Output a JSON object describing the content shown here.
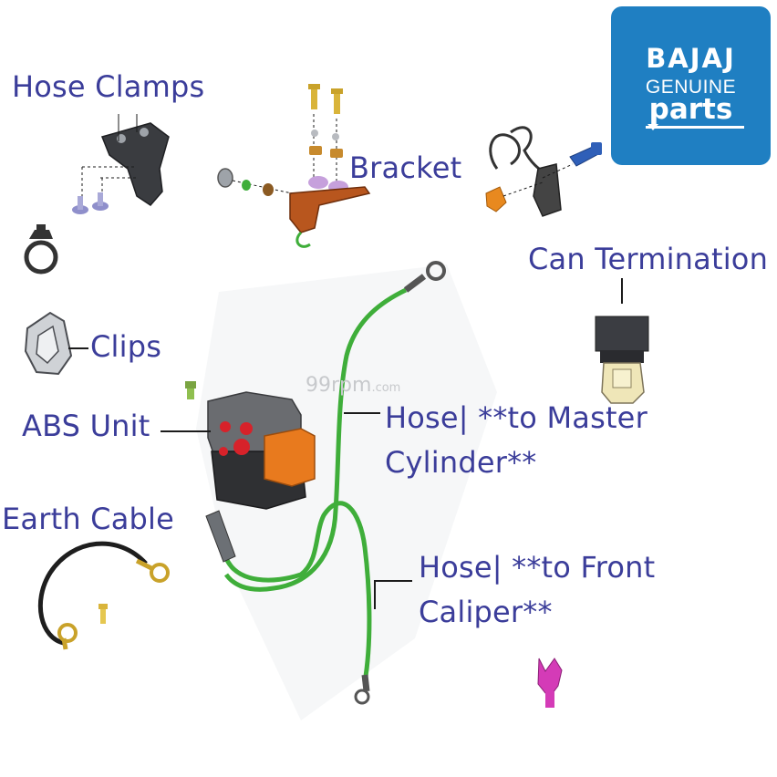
{
  "labels": {
    "hose_clamps": "Hose Clamps",
    "bracket": "Bracket",
    "can_termination": "Can Termination",
    "clips": "Clips",
    "abs_unit": "ABS Unit",
    "hose_master_line1": "Hose| **to Master",
    "hose_master_line2": "Cylinder**",
    "earth_cable": "Earth Cable",
    "hose_front_line1": "Hose| **to Front",
    "hose_front_line2": "Caliper**"
  },
  "logo": {
    "brand": "BAJAJ",
    "line2": "GENUINE",
    "line3": "parts"
  },
  "watermark": {
    "main": "99rpm",
    "suffix": ".com"
  },
  "colors": {
    "label": "#3b3d9a",
    "logo_bg": "#1f7fc2",
    "hose_green": "#3fae3a",
    "abs_orange": "#e87a1e",
    "abs_red": "#d7222a",
    "clip_magenta": "#d43bb7",
    "bolt_blue": "#2f5fb8"
  }
}
